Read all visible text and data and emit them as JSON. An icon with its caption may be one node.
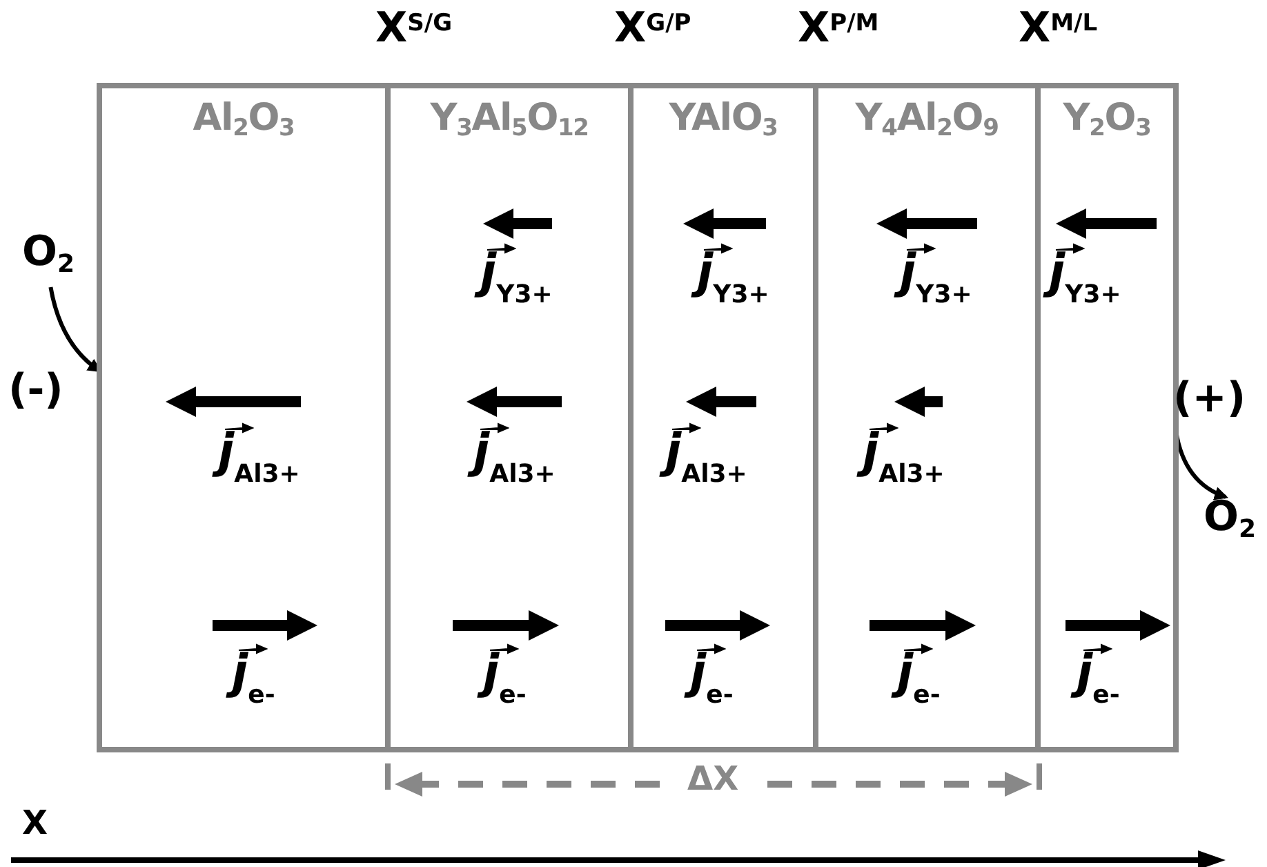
{
  "diagram": {
    "nodes": [
      {
        "text": [
          "Al$_{2}$O$_{3}$"
        ]
      },
      {
        "text": [
          "Y$_{3}$Al$_{5}$O$_{12}$"
        ]
      },
      {
        "text": [
          "YAlO$_{3}$"
        ]
      },
      {
        "text": [
          "Y$_{4}$Al$_{2}$O$_{9}$"
        ]
      },
      {
        "text": [
          "Y$_{2}$O$_{3}$"
        ]
      },
      {
        "text": [
          "O$_{2}$"
        ]
      },
      {
        "text": [
          "O$_{2}$"
        ]
      }
    ],
    "edges": [
      {
        "from": 5,
        "to": 0,
        "arrow": "to"
      },
      {
        "from": 4,
        "to": 6,
        "arrow": "to"
      }
    ],
    "labels": [
      "X$^{S/G}$",
      "X$^{G/P}$",
      "X$^{P/M}$",
      "X$^{M/L}$",
      "j$_{Y3+}$",
      "j$_{Y3+}$",
      "j$_{Y3+}$",
      "j$_{Y3+}$",
      "(-)",
      "j$_{Al3+}$",
      "j$_{Al3+}$",
      "j$_{Al3+}$",
      "j$_{Al3+}$",
      "(+)",
      "j$_{e-}$",
      "j$_{e-}$",
      "j$_{e-}$",
      "j$_{e-}$",
      "j$_{e-}$",
      "ΔX",
      "X"
    ]
  }
}
